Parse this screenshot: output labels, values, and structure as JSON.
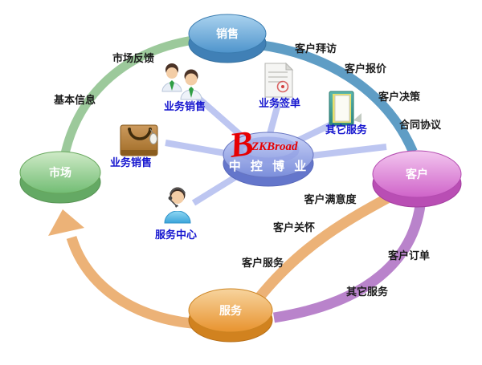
{
  "nodes": {
    "sales": {
      "label": "销售"
    },
    "market": {
      "label": "市场"
    },
    "customer": {
      "label": "客户"
    },
    "service": {
      "label": "服务"
    }
  },
  "center": {
    "brand_mark": "B",
    "brand": "ZKBroad",
    "brand_cn": "中 控 博 业"
  },
  "flow_labels": {
    "market_feedback": "市场反馈",
    "basic_info": "基本信息",
    "customer_visit": "客户拜访",
    "customer_quote": "客户报价",
    "customer_decision": "客户决策",
    "contract_agreement": "合同协议",
    "customer_satisfaction": "客户满意度",
    "customer_care": "客户关怀",
    "customer_service": "客户服务",
    "customer_order": "客户订单",
    "other_services_arc": "其它服务"
  },
  "icon_labels": {
    "business_sales_people": "业务销售",
    "business_sign": "业务签单",
    "other_services": "其它服务",
    "business_sales_bag": "业务销售",
    "service_center": "服务中心"
  },
  "icons": {
    "sales_team": "two-businessmen-icon",
    "sign_doc": "stamped-document-icon",
    "other_services": "open-folder-icon",
    "sales_bag": "shopping-bag-icon",
    "service_center": "headset-operator-icon"
  },
  "colors": {
    "node_sales": "#4e94cc",
    "node_market": "#72bd74",
    "node_customer": "#cf63c9",
    "node_service": "#e8932f",
    "center_fill": "#7b8edb",
    "arc_green": "#9cc99b",
    "arc_blue": "#5f9dc5",
    "arc_orange": "#ecb277",
    "arc_purple": "#b983cb",
    "ray": "#bdc6f1",
    "label_blue": "#1616cf",
    "label_black": "#1c1c1c",
    "brand_red": "#e60003"
  }
}
